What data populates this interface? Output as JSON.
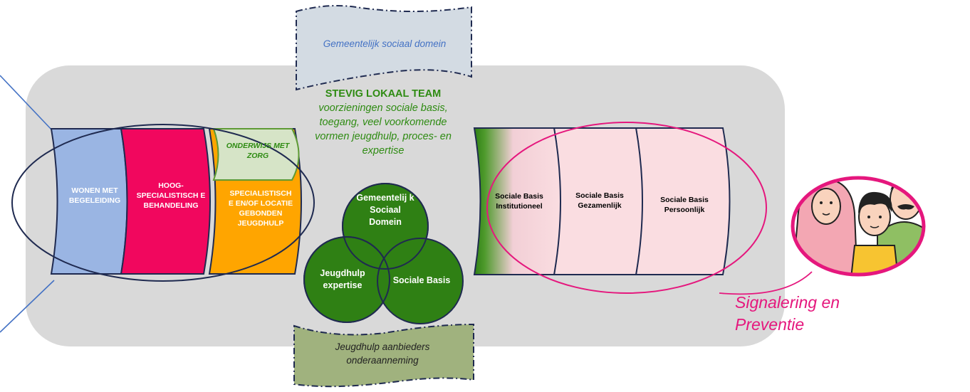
{
  "colors": {
    "panel": "#d9d9d9",
    "blue": "#9ab5e3",
    "magenta": "#f1075e",
    "orange": "#ffa500",
    "light_green": "#d6e4c7",
    "green": "#2f8014",
    "pink": "#fadde1",
    "top_banner": "#d3dbe3",
    "bottom_banner": "#a0b27e",
    "oval_dark": "#1f2a50",
    "oval_pink": "#e5177d",
    "line_blue": "#4472c4"
  },
  "banners": {
    "top": "Gemeentelijk sociaal domein",
    "bottom": "Jeugdhulp aanbieders onderaanneming"
  },
  "team": {
    "title": "STEVIG LOKAAL TEAM",
    "subtitle": "voorzieningen sociale basis, toegang, veel voorkomende vormen jeugdhulp, proces- en expertise"
  },
  "left_cylinders": {
    "wonen": "WONEN MET BEGELEIDING",
    "hoog": "HOOG-SPECIALISTISCH E BEHANDELING",
    "onderwijs": "ONDERWIJS MET ZORG",
    "specialistisch": "SPECIALISTISCH E EN/OF LOCATIE GEBONDEN JEUGDHULP"
  },
  "venn": {
    "top": "Gemeentelij k Sociaal Domein",
    "left": "Jeugdhulp expertise",
    "right": "Sociale Basis"
  },
  "right_cylinders": {
    "institutioneel": "Sociale Basis Institutioneel",
    "gezamenlijk": "Sociale Basis Gezamenlijk",
    "persoonlijk": "Sociale Basis Persoonlijk"
  },
  "signalering": "Signalering en Preventie",
  "illustration": "family-illustration"
}
